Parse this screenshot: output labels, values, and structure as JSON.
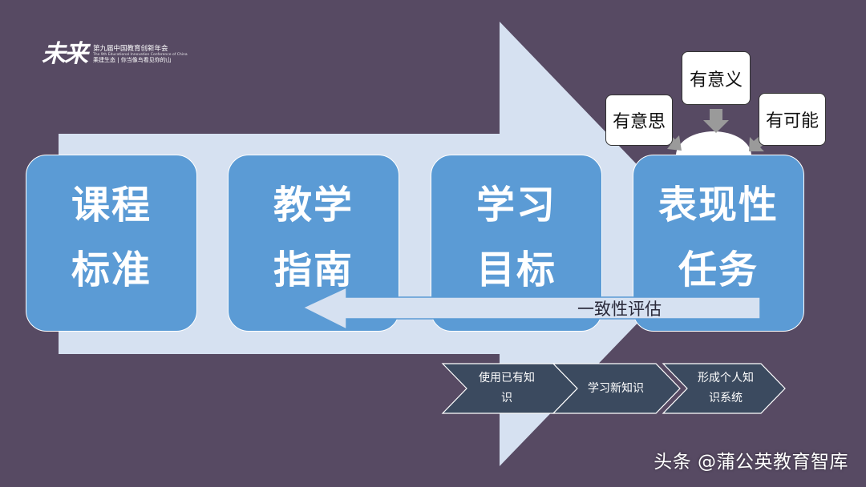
{
  "colors": {
    "background": "#574a63",
    "big_arrow": "#d6e1f1",
    "box_fill": "#5b9bd5",
    "back_arrow": "#d6e1f1",
    "chevron_fill": "#3b4a5f",
    "connector_arrow": "#9a9a9a"
  },
  "logo": {
    "mark": "未来",
    "line1": "第九届中国教育创新年会",
    "line2": "The 9th Educational Innovation Conference of China",
    "line3": "乘建生态 | 你当像鸟看见你的山"
  },
  "boxes": [
    {
      "line1": "课程",
      "line2": "标准"
    },
    {
      "line1": "教学",
      "line2": "指南"
    },
    {
      "line1": "学习",
      "line2": "目标"
    },
    {
      "line1": "表现性",
      "line2": "任务"
    }
  ],
  "top_bubbles": {
    "left": "有意思",
    "center": "有意义",
    "right": "有可能"
  },
  "back_arrow_label": "一致性评估",
  "chevrons": [
    {
      "line1": "使用已有知",
      "line2": "识"
    },
    {
      "line1": "学习新知识",
      "line2": ""
    },
    {
      "line1": "形成个人知",
      "line2": "识系统"
    }
  ],
  "watermark": "头条 @蒲公英教育智库"
}
